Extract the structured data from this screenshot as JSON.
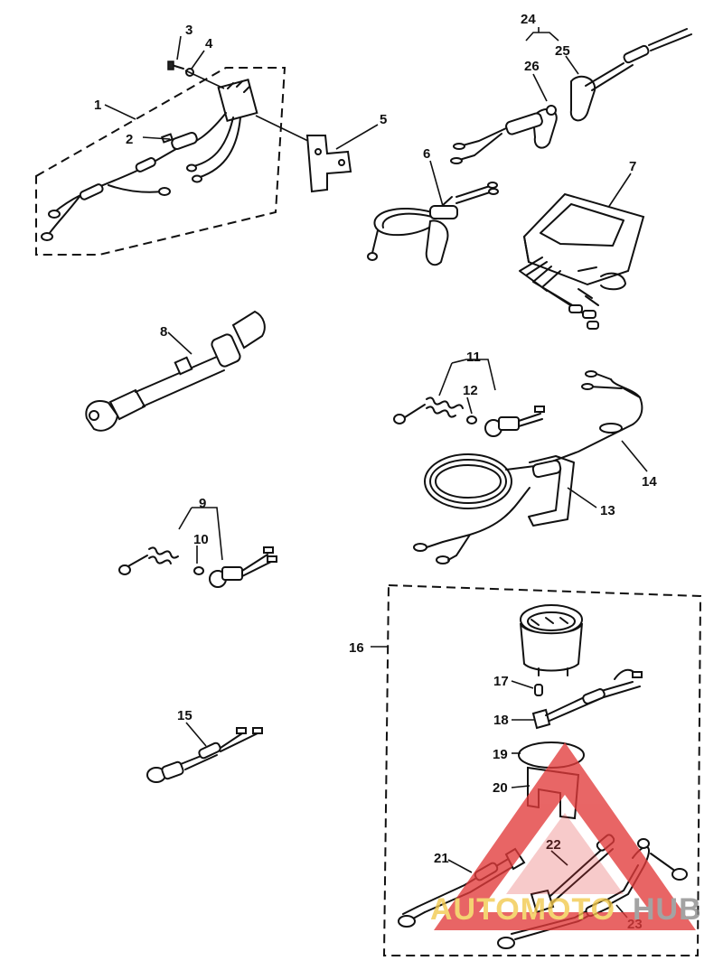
{
  "diagram": {
    "callouts": {
      "c1": "1",
      "c2": "2",
      "c3": "3",
      "c4": "4",
      "c5": "5",
      "c6": "6",
      "c7": "7",
      "c8": "8",
      "c9": "9",
      "c10": "10",
      "c11": "11",
      "c12": "12",
      "c13": "13",
      "c14": "14",
      "c15": "15",
      "c16": "16",
      "c17": "17",
      "c18": "18",
      "c19": "19",
      "c20": "20",
      "c21": "21",
      "c22": "22",
      "c23": "23",
      "c24": "24",
      "c25": "25",
      "c26": "26"
    }
  },
  "watermark": {
    "text_part1": "AUTOMOTO",
    "text_part2": "HUB",
    "color_part1": "#f2c84b",
    "color_part2": "#8a8a8a",
    "triangle_color": "#e23b3b"
  }
}
